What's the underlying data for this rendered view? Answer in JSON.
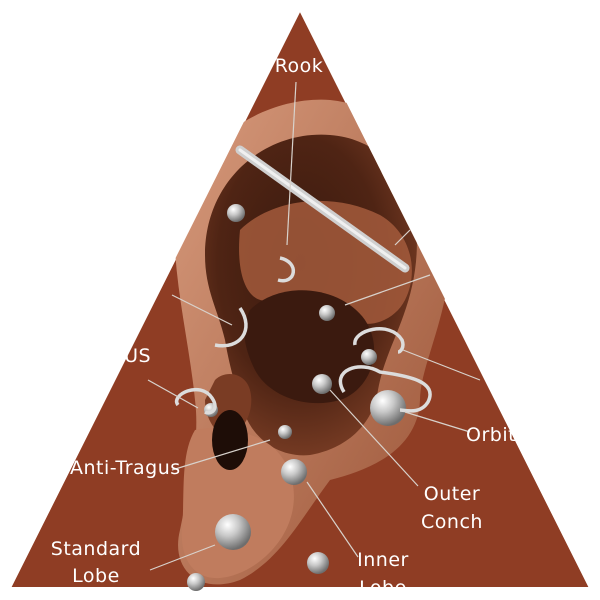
{
  "colors": {
    "triangle": "#8f3d24",
    "skin_light": "#c9876a",
    "skin_mid": "#9c5538",
    "skin_dark": "#2b140c",
    "metal": "#d9d9d9"
  },
  "labels": {
    "rook": "Rook",
    "tragus": "TUS",
    "anti_tragus": "Anti-Tragus",
    "standard_lobe_line1": "Standard",
    "standard_lobe_line2": "Lobe",
    "outer_conch_line1": "Outer",
    "outer_conch_line2": "Conch",
    "inner_lobe_line1": "Inner",
    "inner_lobe_line2": "Lobe",
    "orbital": "Orbit"
  },
  "icons": {
    "barbell": "industrial-barbell-icon",
    "ring": "captive-ring-icon",
    "stud": "stud-ball-icon"
  }
}
